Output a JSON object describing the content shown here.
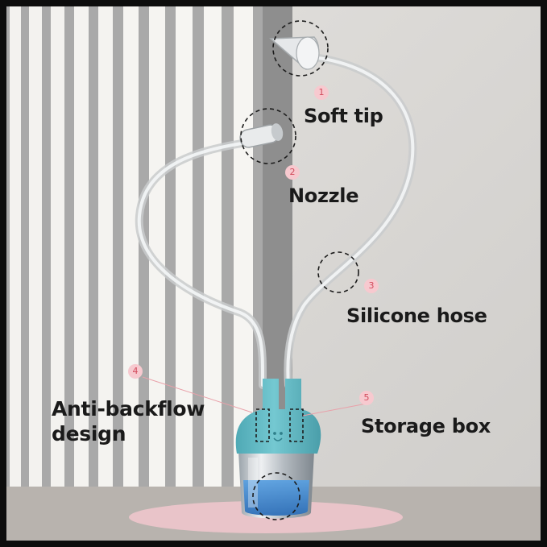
{
  "callouts": [
    {
      "number": "1",
      "label": "Soft tip"
    },
    {
      "number": "2",
      "label": "Nozzle"
    },
    {
      "number": "3",
      "label": "Silicone hose"
    },
    {
      "number": "4",
      "label": "Anti-backflow design",
      "label_lines": [
        "Anti-backflow",
        "design"
      ]
    },
    {
      "number": "5",
      "label": "Storage box"
    }
  ],
  "colors": {
    "frame": "#0d0d0d",
    "wall": "#d8d6d3",
    "blinds": "#f2f1ee",
    "cap": "#5fb9c4",
    "liquid": "#3f86cf",
    "mat": "#e9c4c9",
    "badge_bg": "#f7c9cf",
    "badge_text": "#d24b5c"
  },
  "icons": [
    "dashed-circle-highlight",
    "bear-face-icon"
  ]
}
